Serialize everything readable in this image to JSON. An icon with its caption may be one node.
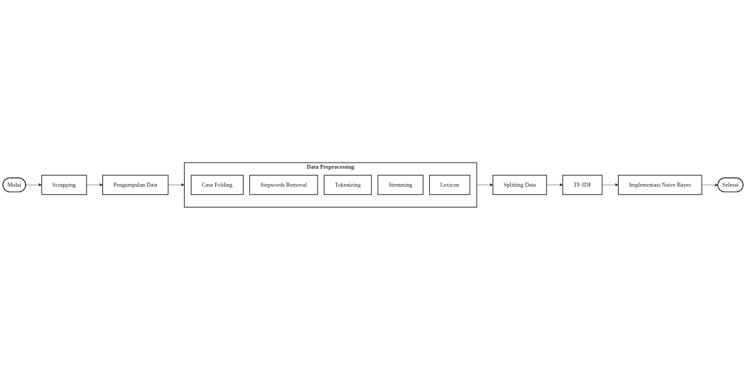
{
  "diagram": {
    "nodes": [
      {
        "text": [
          "Mulai"
        ]
      },
      {
        "text": [
          "Scrapping"
        ]
      },
      {
        "text": [
          "Pengumpulan Data"
        ]
      },
      {
        "text": [
          "Data Preprocessing"
        ]
      },
      {
        "text": [
          "Case Folding"
        ],
        "in": 3
      },
      {
        "text": [
          "Stepwords Removal"
        ],
        "in": 3
      },
      {
        "text": [
          "Tokenizing"
        ],
        "in": 3
      },
      {
        "text": [
          "Stemming"
        ],
        "in": 3
      },
      {
        "text": [
          "Lexicon"
        ],
        "in": 3
      },
      {
        "text": [
          "Splitting Data"
        ]
      },
      {
        "text": [
          "TF-IDF"
        ]
      },
      {
        "text": [
          "Implementasi Naive Bayes"
        ]
      },
      {
        "text": [
          "Selesai"
        ]
      }
    ],
    "edges": [
      {
        "from": 0,
        "to": 1,
        "arrow": "to"
      },
      {
        "from": 1,
        "to": 2,
        "arrow": "to"
      },
      {
        "from": 2,
        "to": 3,
        "arrow": "to"
      },
      {
        "from": 3,
        "to": 9,
        "arrow": "to"
      },
      {
        "from": 9,
        "to": 10,
        "arrow": "to"
      },
      {
        "from": 10,
        "to": 11,
        "arrow": "to"
      },
      {
        "from": 11,
        "to": 12,
        "arrow": "to"
      }
    ]
  }
}
